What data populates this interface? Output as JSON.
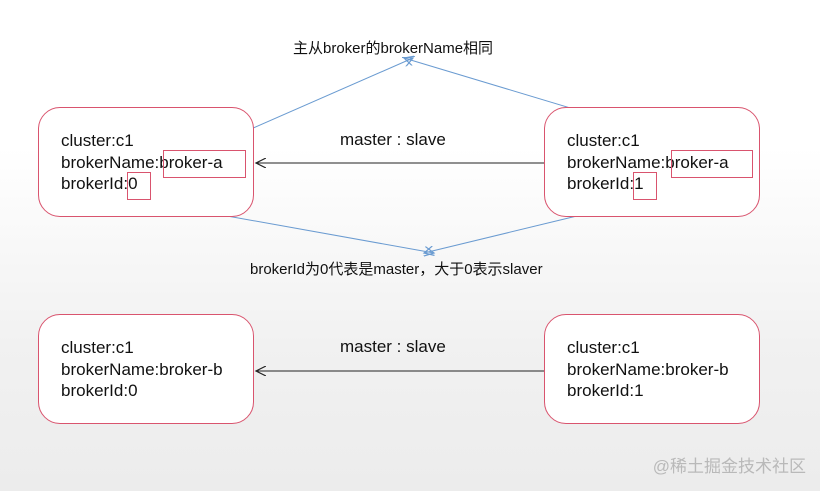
{
  "captions": {
    "top": "主从broker的brokerName相同",
    "middle": "brokerId为0代表是master，大于0表示slaver"
  },
  "relation_label": "master : slave",
  "groups": [
    {
      "master": {
        "cluster": "cluster:c1",
        "broker_name_key": "brokerName:",
        "broker_name_value": "broker-a",
        "broker_id_key": "brokerId:",
        "broker_id_value": "0"
      },
      "slave": {
        "cluster": "cluster:c1",
        "broker_name_key": "brokerName:",
        "broker_name_value": "broker-a",
        "broker_id_key": "brokerId:",
        "broker_id_value": "1"
      }
    },
    {
      "master": {
        "cluster": "cluster:c1",
        "broker_name": "brokerName:broker-b",
        "broker_id": "brokerId:0"
      },
      "slave": {
        "cluster": "cluster:c1",
        "broker_name": "brokerName:broker-b",
        "broker_id": "brokerId:1"
      }
    }
  ],
  "watermark": "@稀土掘金技术社区",
  "colors": {
    "box_border": "#d9546e",
    "highlight_border": "#d9546e",
    "pointer_line": "#6a9bd1",
    "arrow": "#222222"
  }
}
